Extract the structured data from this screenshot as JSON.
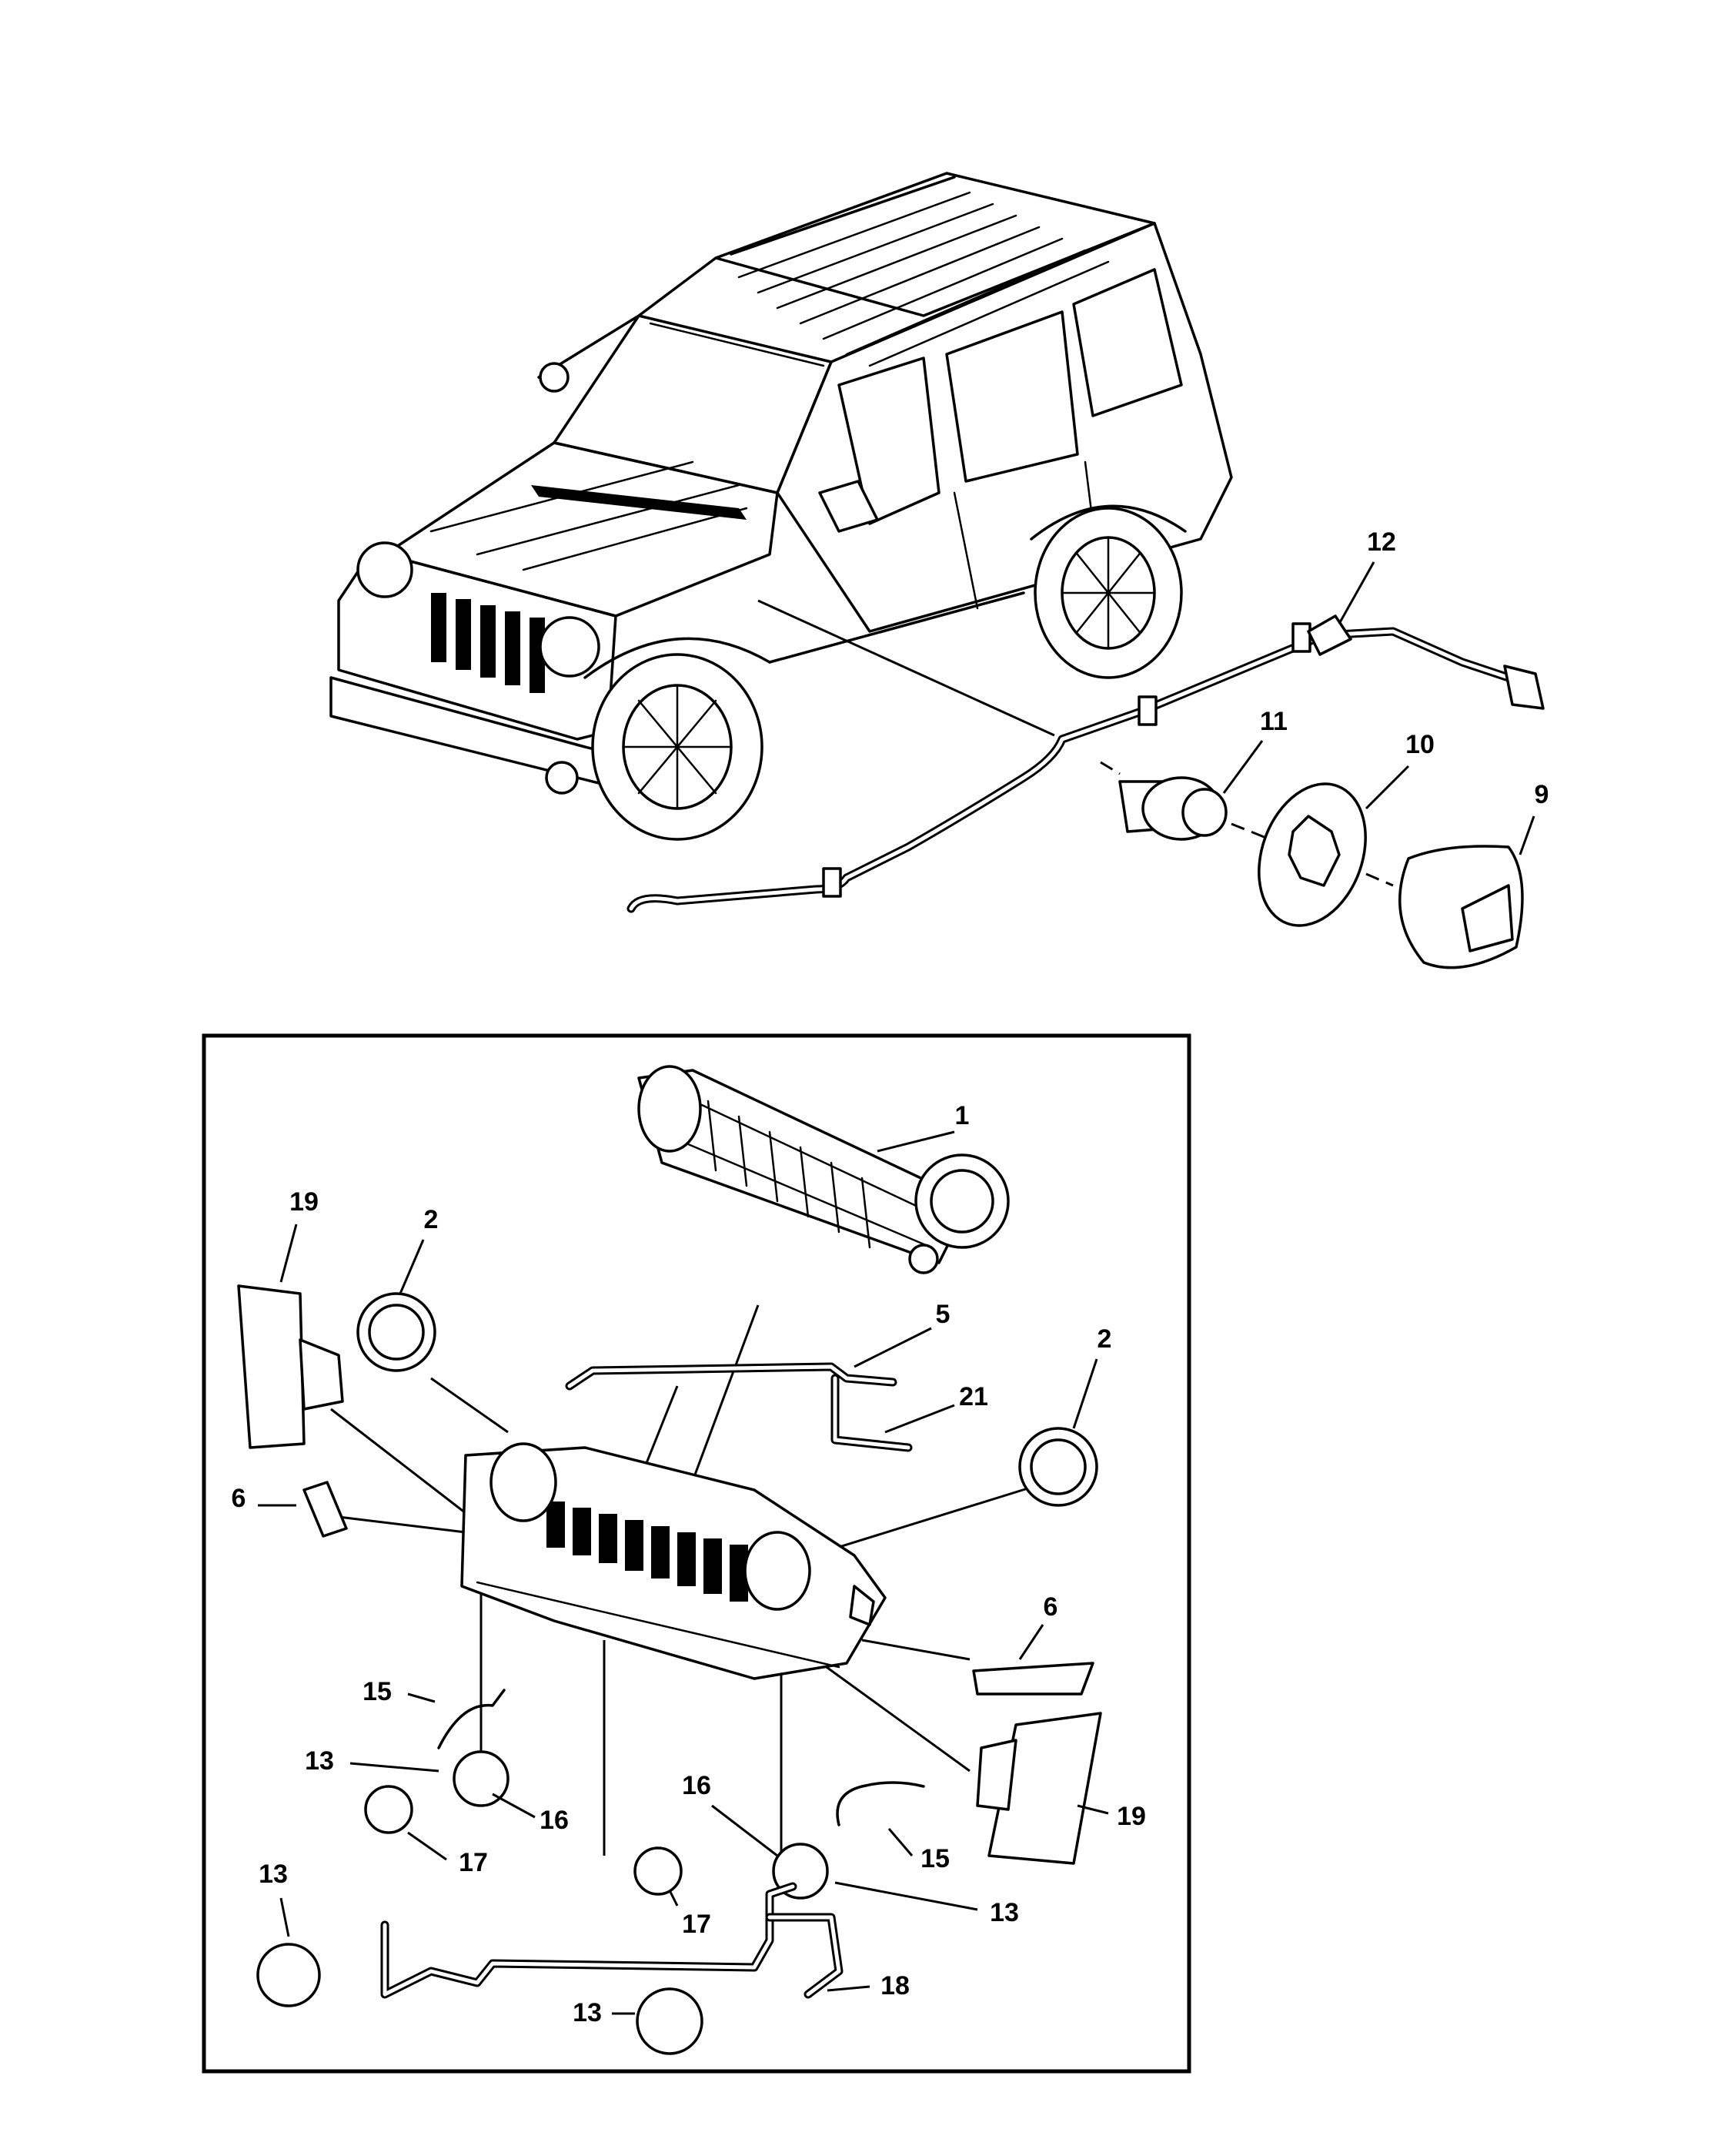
{
  "diagram": {
    "callouts_top": [
      {
        "id": "c12",
        "text": "12"
      },
      {
        "id": "c11",
        "text": "11"
      },
      {
        "id": "c10",
        "text": "10"
      },
      {
        "id": "c9",
        "text": "9"
      }
    ],
    "callouts_inset": [
      {
        "id": "c1",
        "text": "1"
      },
      {
        "id": "c19a",
        "text": "19"
      },
      {
        "id": "c2a",
        "text": "2"
      },
      {
        "id": "c5",
        "text": "5"
      },
      {
        "id": "c21",
        "text": "21"
      },
      {
        "id": "c2b",
        "text": "2"
      },
      {
        "id": "c6a",
        "text": "6"
      },
      {
        "id": "c6b",
        "text": "6"
      },
      {
        "id": "c15a",
        "text": "15"
      },
      {
        "id": "c13a",
        "text": "13"
      },
      {
        "id": "c16a",
        "text": "16"
      },
      {
        "id": "c17a",
        "text": "17"
      },
      {
        "id": "c16b",
        "text": "16"
      },
      {
        "id": "c19b",
        "text": "19"
      },
      {
        "id": "c15b",
        "text": "15"
      },
      {
        "id": "c13b",
        "text": "13"
      },
      {
        "id": "c17b",
        "text": "17"
      },
      {
        "id": "c13c",
        "text": "13"
      },
      {
        "id": "c13d",
        "text": "13"
      },
      {
        "id": "c18",
        "text": "18"
      }
    ]
  }
}
